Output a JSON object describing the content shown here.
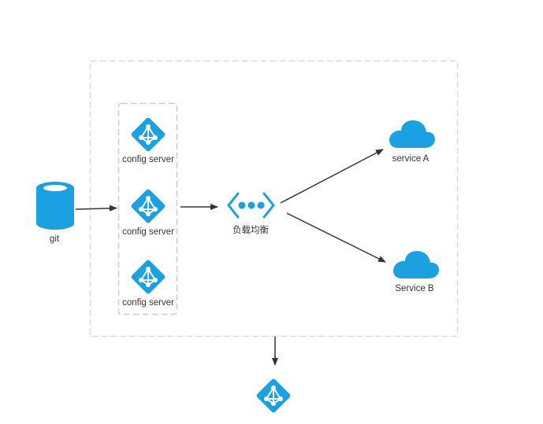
{
  "colors": {
    "accent": "#1ba1e2",
    "border": "#d9d9d9",
    "arrow": "#333333",
    "text": "#333333"
  },
  "nodes": {
    "git": {
      "label": "git",
      "icon": "database-icon"
    },
    "config_servers": [
      {
        "label": "config server",
        "icon": "network-diamond-icon"
      },
      {
        "label": "config server",
        "icon": "network-diamond-icon"
      },
      {
        "label": "config server",
        "icon": "network-diamond-icon"
      }
    ],
    "load_balancer": {
      "label": "负载均衡",
      "icon": "load-balancer-icon"
    },
    "service_a": {
      "label": "service A",
      "icon": "cloud-icon"
    },
    "service_b": {
      "label": "Service B",
      "icon": "cloud-icon"
    },
    "bottom_node": {
      "label": "",
      "icon": "network-diamond-icon"
    }
  }
}
